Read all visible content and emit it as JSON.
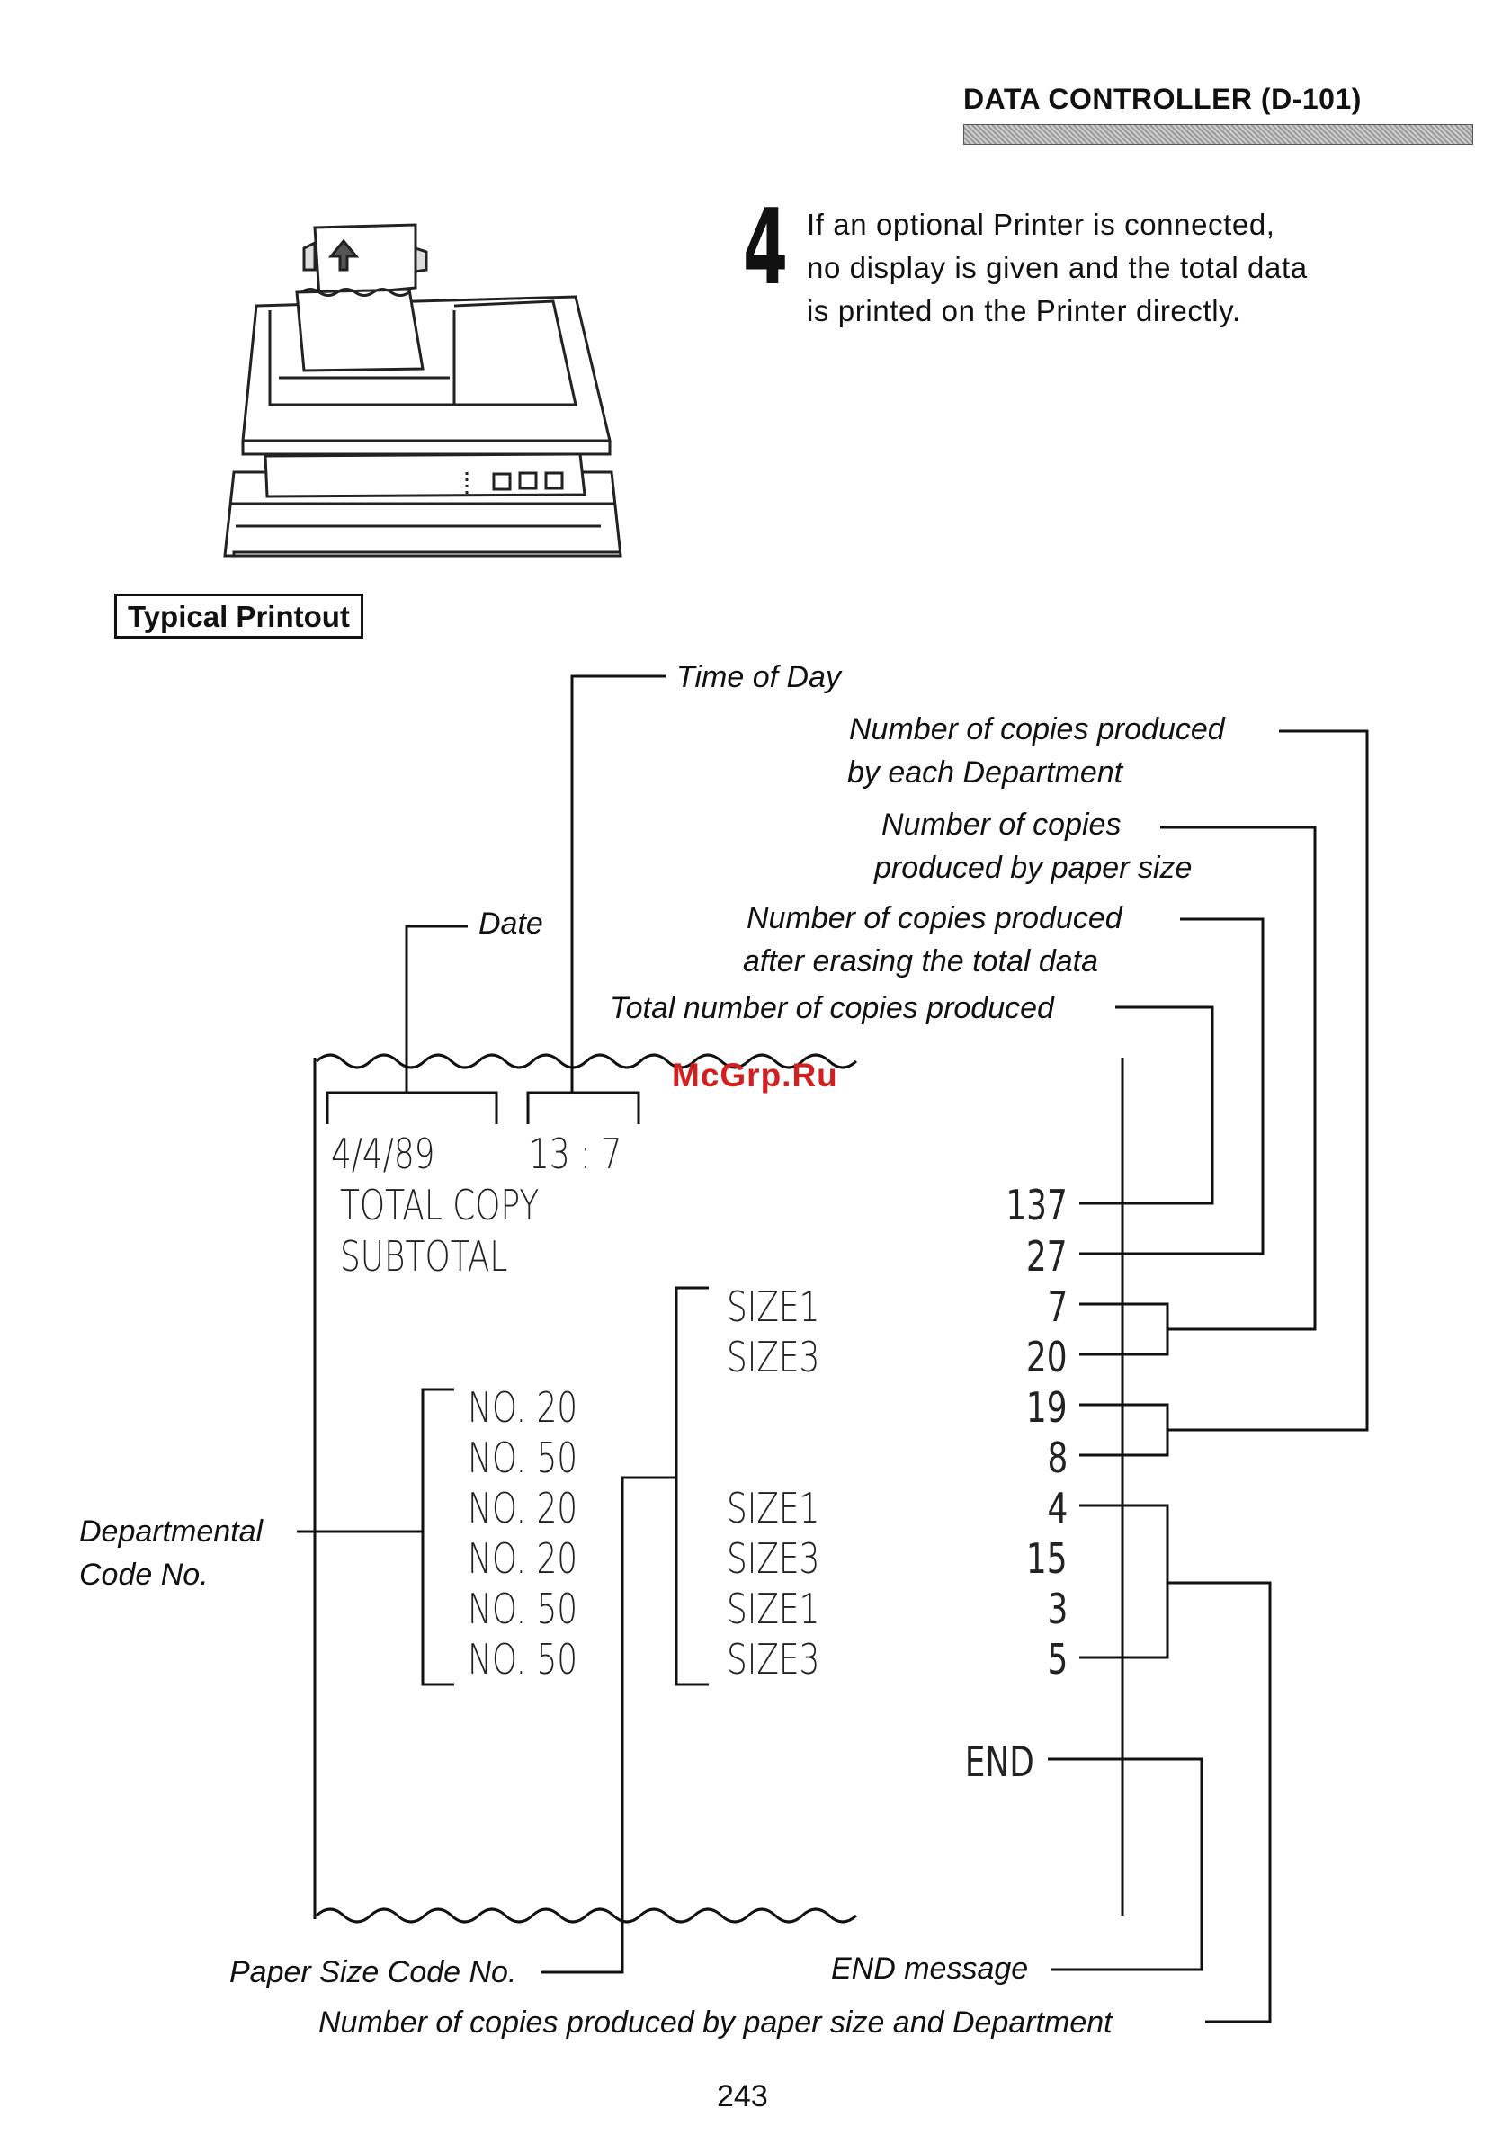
{
  "header": {
    "title": "DATA CONTROLLER (D-101)"
  },
  "step": {
    "number": "4",
    "lines": [
      "If an optional Printer is connected,",
      "no display is given and the total data",
      "is printed on the Printer directly."
    ]
  },
  "section_title": "Typical Printout",
  "labels": {
    "time_of_day": "Time of Day",
    "dept_copies_1": "Number of copies produced",
    "dept_copies_2": "by each Department",
    "size_copies_1": "Number of copies",
    "size_copies_2": "produced by paper size",
    "after_erase_1": "Number of copies produced",
    "after_erase_2": "after erasing the total data",
    "total": "Total number of copies produced",
    "date": "Date",
    "dept_code_1": "Departmental",
    "dept_code_2": "Code No.",
    "paper_size_code": "Paper Size Code No.",
    "end_message": "END message",
    "size_and_dept": "Number of copies produced by paper size and Department"
  },
  "printout": {
    "date": "4/4/89",
    "time": "13 : 7",
    "total_label": "TOTAL COPY",
    "total_value": "137",
    "subtotal_label": "SUBTOTAL",
    "subtotal_value": "27",
    "size_rows": [
      {
        "size": "SIZE1",
        "value": "7"
      },
      {
        "size": "SIZE3",
        "value": "20"
      }
    ],
    "dept_rows": [
      {
        "dept": "NO. 20",
        "value": "19"
      },
      {
        "dept": "NO. 50",
        "value": "8"
      }
    ],
    "detail_rows": [
      {
        "dept": "NO. 20",
        "size": "SIZE1",
        "value": "4"
      },
      {
        "dept": "NO. 20",
        "size": "SIZE3",
        "value": "15"
      },
      {
        "dept": "NO. 50",
        "size": "SIZE1",
        "value": "3"
      },
      {
        "dept": "NO. 50",
        "size": "SIZE3",
        "value": "5"
      }
    ],
    "end": "END"
  },
  "watermark": "McGrp.Ru",
  "page_number": "243"
}
